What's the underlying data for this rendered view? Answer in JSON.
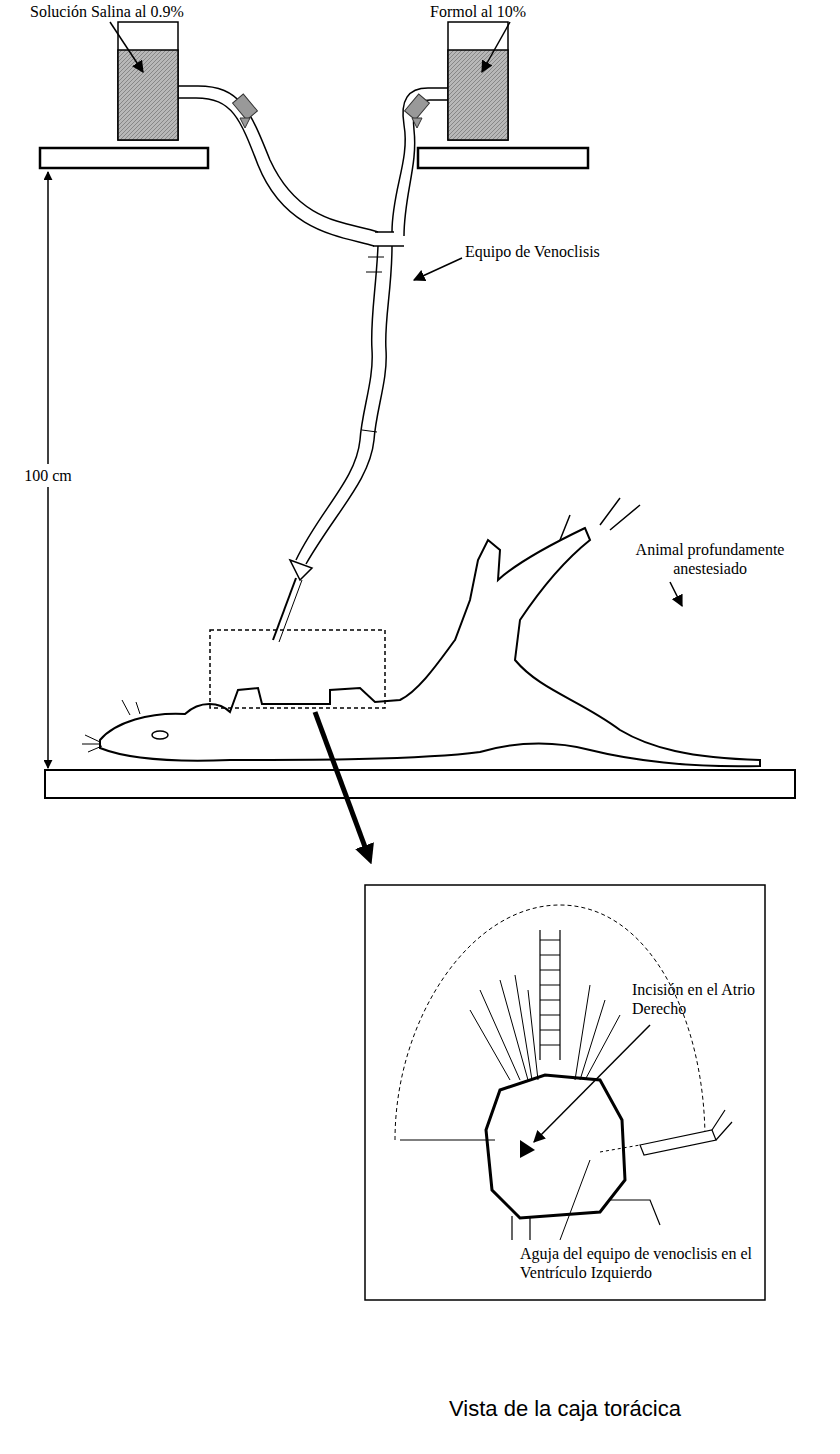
{
  "diagram": {
    "caption": "Vista de la caja torácica",
    "labels": [
      "Solución Salina al 0.9%",
      "Formol al 10%",
      "Equipo de Venoclisis",
      "100 cm",
      "Animal profundamente anestesiado",
      "Incisión en el Atrio Derecho",
      "Aguja del equipo de venoclisis en el Ventrículo Izquierdo"
    ]
  }
}
